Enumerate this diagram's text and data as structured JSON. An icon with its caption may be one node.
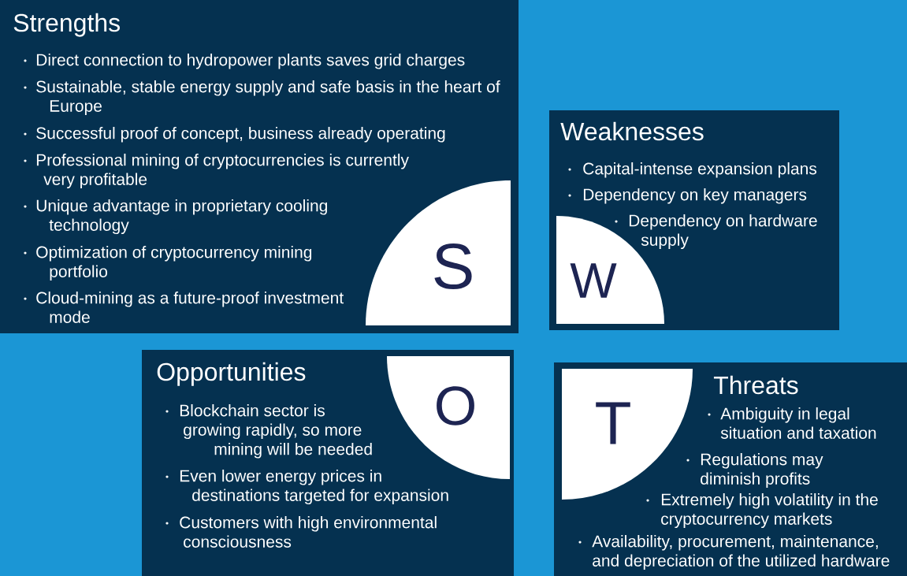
{
  "diagram": {
    "nodes": [
      {
        "text": [
          "Strengths",
          "Direct connection to hydropower plants saves grid charges",
          "Sustainable, stable energy supply and safe basis in the heart of Europe",
          "Successful proof of concept, business already operating",
          "Professional mining of cryptocurrencies is currently very profitable",
          "Unique advantage in proprietary cooling technology",
          "Optimization of cryptocurrency mining portfolio",
          "Cloud-mining as a future-proof investment mode"
        ]
      },
      {
        "text": [
          "S"
        ],
        "in": 0
      },
      {
        "text": [
          "Weaknesses",
          "Capital-intense expansion plans",
          "Dependency on key managers",
          "Dependency on hardware supply"
        ]
      },
      {
        "text": [
          "W"
        ],
        "in": 2
      },
      {
        "text": [
          "Opportunities",
          "Blockchain sector is growing rapidly, so more mining will be needed",
          "Even lower energy prices in destinations targeted for expansion",
          "Customers with high environmental consciousness"
        ]
      },
      {
        "text": [
          "O"
        ],
        "in": 4
      },
      {
        "text": [
          "Threats",
          "Ambiguity in legal situation and taxation",
          "Regulations may diminish profits",
          "Extremely high volatility in the cryptocurrency markets",
          "Availability, procurement, maintenance, and depreciation of the utilized hardware"
        ]
      },
      {
        "text": [
          "T"
        ],
        "in": 6
      }
    ]
  }
}
